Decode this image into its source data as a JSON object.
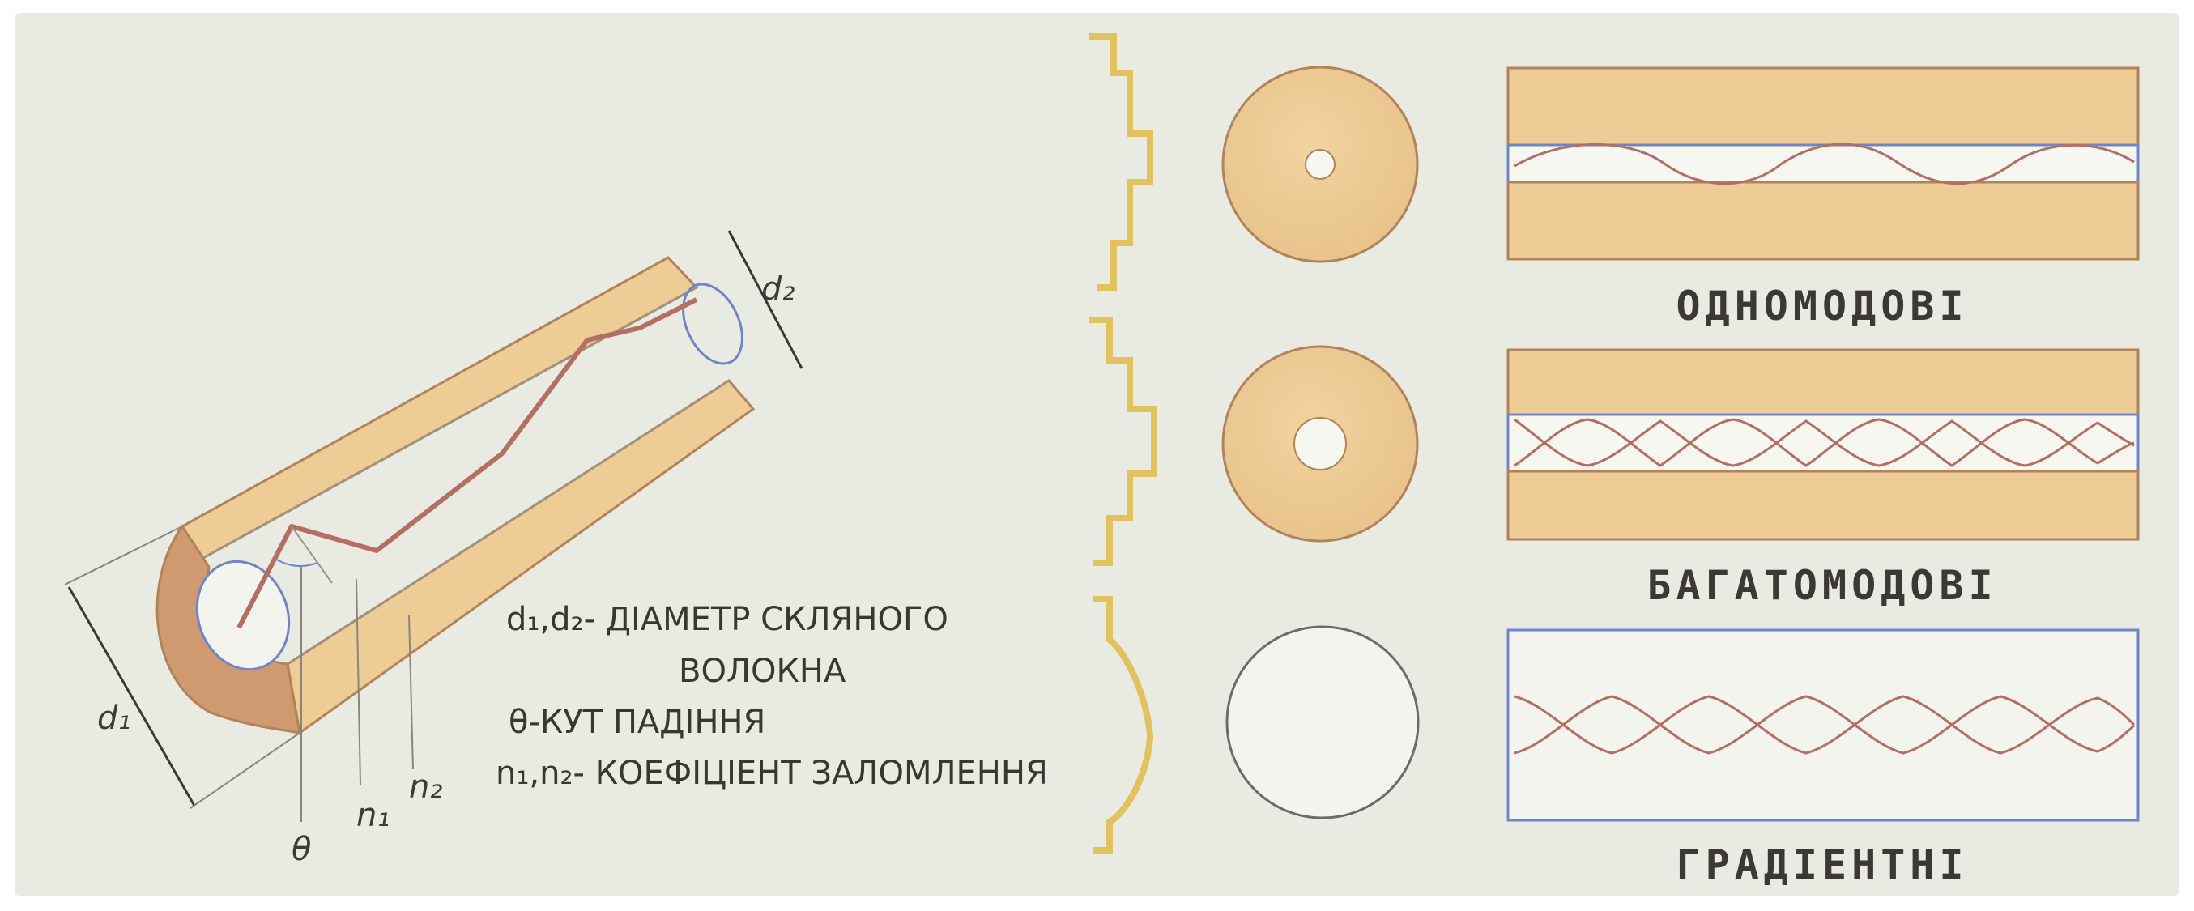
{
  "colors": {
    "background": "#e9ebe3",
    "cladding": "#edcc96",
    "cladding_edge": "#b0835a",
    "cladding_end": "#d09a70",
    "core_outline": "#6f85c8",
    "ray": "#b36f62",
    "profile": "#e2c25e",
    "ink": "#3b3835"
  },
  "fiber_diagram": {
    "labels": {
      "d1": "d₁",
      "d2": "d₂",
      "theta": "θ",
      "n1": "n₁",
      "n2": "n₂"
    },
    "legend": [
      "d₁,d₂- ДІАМЕТР СКЛЯНОГО",
      "ВОЛОКНА",
      "θ-КУТ ПАДІННЯ",
      "n₁,n₂- КОЕФІЦІЕНТ ЗАЛОМЛЕННЯ"
    ]
  },
  "fiber_types": [
    {
      "caption": "ОДНОМОДОВІ"
    },
    {
      "caption": "БАГАТОМОДОВІ"
    },
    {
      "caption": "ГРАДІЕНТНІ"
    }
  ]
}
